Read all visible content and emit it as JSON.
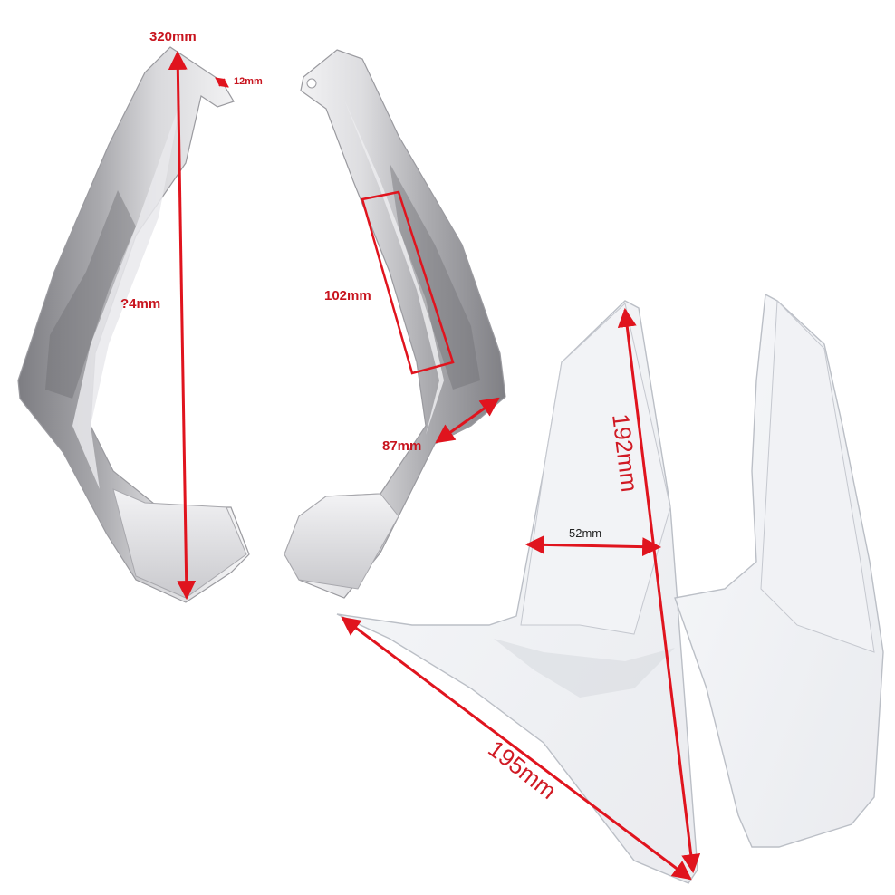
{
  "colors": {
    "dimension_red": "#e0141e",
    "label_red": "#c8141e",
    "chrome_dark": "#8e8e92",
    "chrome_light": "#f4f4f6",
    "clear_edge": "#b8bcc4"
  },
  "products": {
    "chrome_pair": {
      "left_part": {
        "height_label": "320mm",
        "tip_label": "12mm",
        "inner_label": "?4mm"
      },
      "right_part": {
        "slot_label": "102mm",
        "width_label": "87mm"
      }
    },
    "clear_pair": {
      "height_label": "192mm",
      "width_label": "52mm",
      "length_label": "195mm"
    }
  }
}
